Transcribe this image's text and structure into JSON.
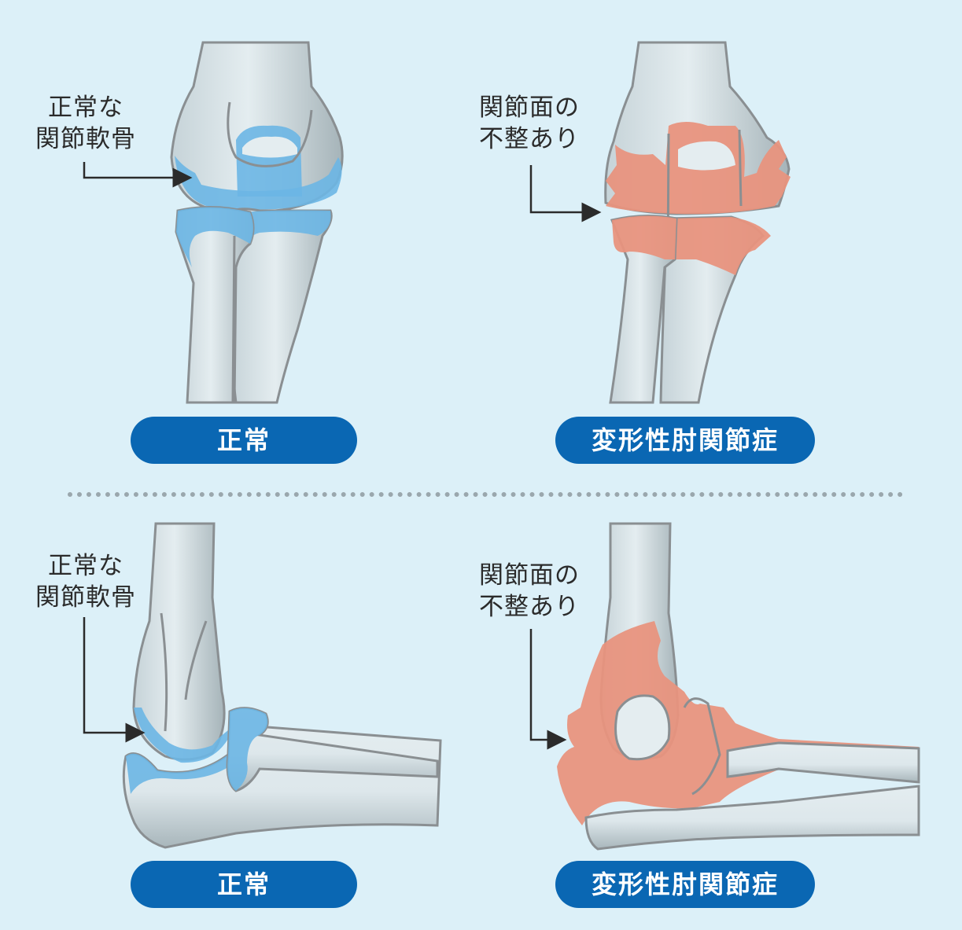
{
  "colors": {
    "background": "#dcf0f8",
    "bone_fill": "#dde8ec",
    "bone_shade": "#a9b7bc",
    "bone_outline": "#8a8f92",
    "healthy_cartilage": "#6cb6e4",
    "damaged_surface": "#e8937e",
    "label_pill": "#0a67b3"
  },
  "panels": {
    "top_left": {
      "callout": [
        "正常な",
        "関節軟骨"
      ],
      "label": "正常"
    },
    "top_right": {
      "callout": [
        "関節面の",
        "不整あり"
      ],
      "label": "変形性肘関節症"
    },
    "bottom_left": {
      "callout": [
        "正常な",
        "関節軟骨"
      ],
      "label": "正常"
    },
    "bottom_right": {
      "callout": [
        "関節面の",
        "不整あり"
      ],
      "label": "変形性肘関節症"
    }
  }
}
